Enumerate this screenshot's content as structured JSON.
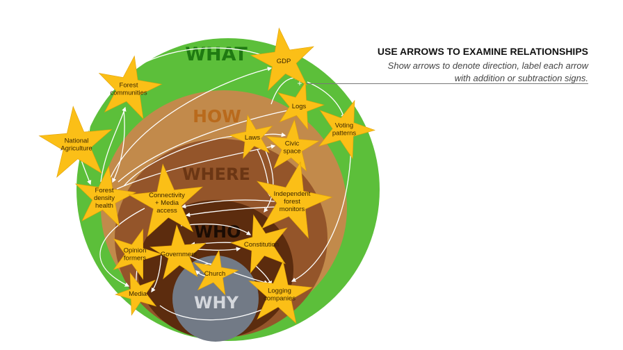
{
  "layers": [
    {
      "id": "what",
      "label": "WHAT",
      "color": "#5cbf3a",
      "label_color": "#1f7a12"
    },
    {
      "id": "how",
      "label": "HOW",
      "color": "#c28a4b",
      "label_color": "#b96a1c"
    },
    {
      "id": "where",
      "label": "WHERE",
      "color": "#94552a",
      "label_color": "#6b3614"
    },
    {
      "id": "who",
      "label": "WHO",
      "color": "#5c2c0e",
      "label_color": "#1a0c04"
    },
    {
      "id": "why",
      "label": "WHY",
      "color": "#727a86",
      "label_color": "#d4d7dc"
    }
  ],
  "nodes": [
    {
      "id": "gdp",
      "lines": [
        "GDP"
      ]
    },
    {
      "id": "forest-communities",
      "lines": [
        "Forest",
        "communities"
      ]
    },
    {
      "id": "national-agriculture",
      "lines": [
        "National",
        "Agriculture"
      ]
    },
    {
      "id": "logs",
      "lines": [
        "Logs"
      ]
    },
    {
      "id": "voting-patterns",
      "lines": [
        "Voting",
        "patterns"
      ]
    },
    {
      "id": "laws",
      "lines": [
        "Laws"
      ]
    },
    {
      "id": "civic-space",
      "lines": [
        "Civic",
        "space"
      ]
    },
    {
      "id": "forest-density-health",
      "lines": [
        "Forest",
        "density",
        "health"
      ]
    },
    {
      "id": "connectivity-media-access",
      "lines": [
        "Connectivity",
        "+ Media",
        "access"
      ]
    },
    {
      "id": "independent-forest-monitors",
      "lines": [
        "Independent",
        "forest",
        "monitors"
      ]
    },
    {
      "id": "constitution",
      "lines": [
        "Constitution"
      ]
    },
    {
      "id": "opinion-formers",
      "lines": [
        "Opinion",
        "formers"
      ]
    },
    {
      "id": "government",
      "lines": [
        "Government"
      ]
    },
    {
      "id": "church",
      "lines": [
        "Church"
      ]
    },
    {
      "id": "media",
      "lines": [
        "Media"
      ]
    },
    {
      "id": "logging-companies",
      "lines": [
        "Logging",
        "companies"
      ]
    }
  ],
  "plus_sign": "+",
  "star_color": "#fbbf17",
  "instructions": {
    "title": "USE ARROWS TO EXAMINE RELATIONSHIPS",
    "body_line1": "Show arrows to denote direction, label each arrow",
    "body_line2": "with addition or subtraction signs."
  }
}
